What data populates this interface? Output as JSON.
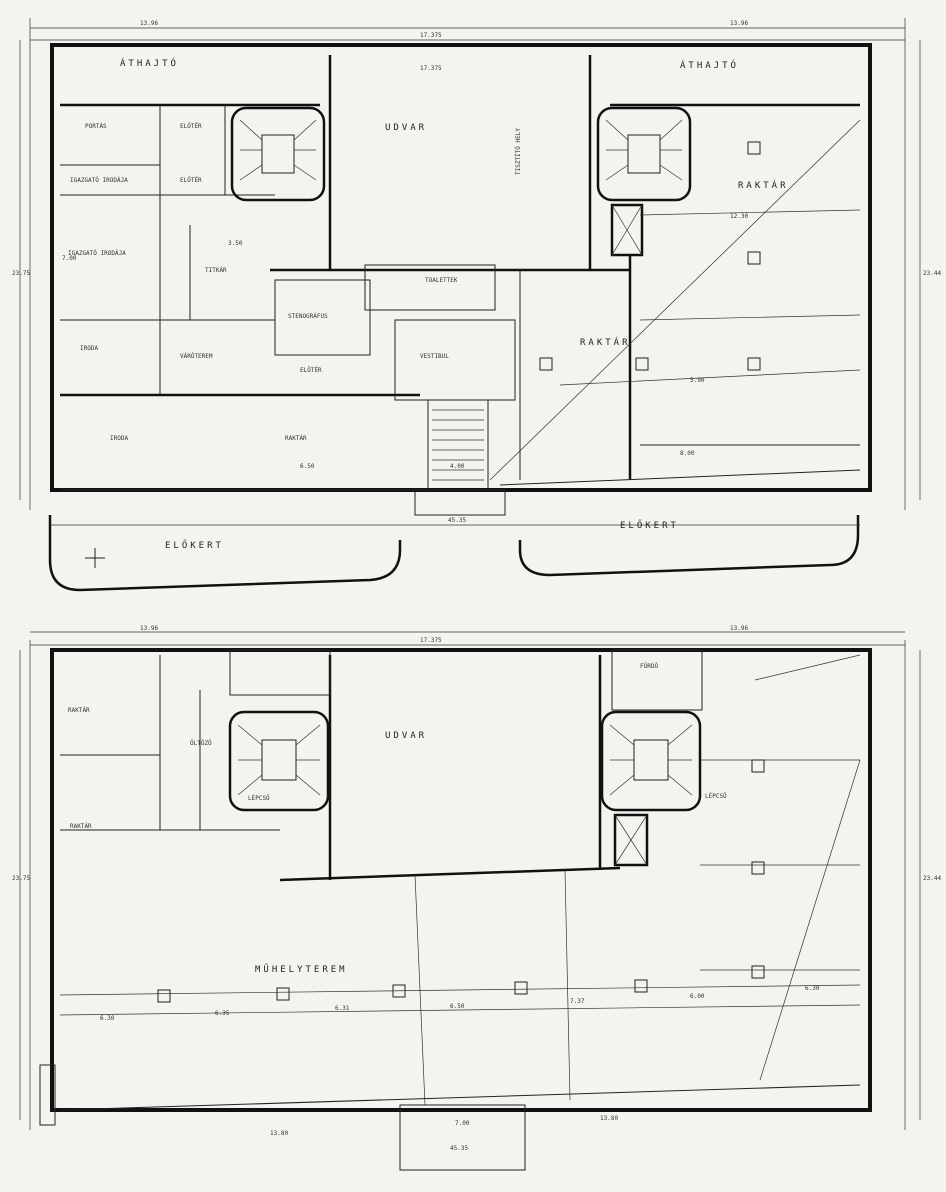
{
  "plans": [
    {
      "name": "ground-floor",
      "rooms": [
        "ÁTHAJTÓ",
        "ÁTHAJTÓ",
        "UDVAR",
        "PORTÁS",
        "ELŐTÉR",
        "IGAZGATÓ IRODÁJA",
        "ELŐTÉR",
        "IGAZGATÓ IRODÁJA",
        "TITKÁR",
        "IRODA",
        "VÁRÓTEREM",
        "ELŐTÉR",
        "STENOGRÁFUS",
        "VESTIBUL",
        "RAKTÁR",
        "RAKTÁR",
        "IRODA",
        "RAKTÁR",
        "ELŐKERT",
        "ELŐKERT",
        "TOALETTEK",
        "TISZTÍTÓ HELY"
      ],
      "dimensions": [
        "13.96",
        "17.375",
        "13.96",
        "17.375",
        "45.35",
        "23.75",
        "23.44",
        "12.30",
        "7.00",
        "3.50",
        "5.90",
        "8.00",
        "6.50",
        "4.00"
      ]
    },
    {
      "name": "upper-floor",
      "rooms": [
        "RAKTÁR",
        "UDVAR",
        "RAKTÁR",
        "MŰHELYTEREM",
        "ÖLTÖZŐ",
        "LÉPCSŐ",
        "LÉPCSŐ",
        "FÜRDŐ"
      ],
      "dimensions": [
        "13.96",
        "17.375",
        "13.96",
        "45.35",
        "23.75",
        "23.44",
        "6.30",
        "6.35",
        "6.31",
        "6.50",
        "7.37",
        "6.00",
        "6.30",
        "7.00",
        "13.80",
        "13.80"
      ]
    }
  ]
}
